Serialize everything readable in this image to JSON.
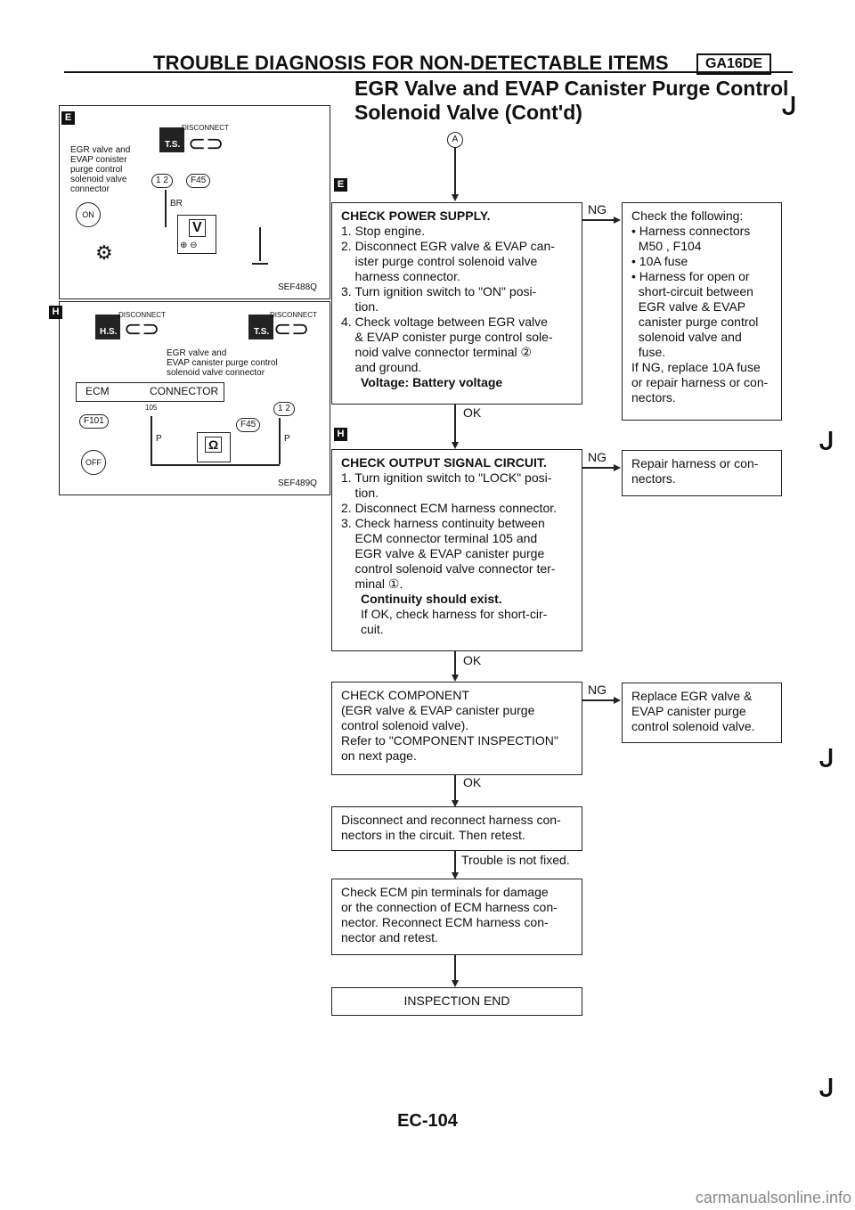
{
  "header": {
    "title": "TROUBLE DIAGNOSIS FOR NON-DETECTABLE ITEMS",
    "badge": "GA16DE"
  },
  "section": {
    "title_line1": "EGR Valve and EVAP Canister Purge Control",
    "title_line2": "Solenoid Valve (Cont'd)"
  },
  "figure1": {
    "component_label": [
      "EGR valve and",
      "EVAP conister",
      "purge control",
      "solenoid valve",
      "connector"
    ],
    "disconnect": "DISCONNECT",
    "ts": "T.S.",
    "connector_pins": "1 2",
    "connector_id": "F45",
    "wire_color": "BR",
    "meter": "V",
    "ign_state": "ON",
    "fig_id": "SEF488Q"
  },
  "figure2": {
    "disconnect": "DISCONNECT",
    "hs": "H.S.",
    "ts": "T.S.",
    "component_label": [
      "EGR valve and",
      "EVAP canister purge control",
      "solenoid valve connector"
    ],
    "ecm": "ECM",
    "connector": "CONNECTOR",
    "terminal": "105",
    "left_connector": "F101",
    "right_connector": "F45",
    "pins": "1 2",
    "wire_left": "P",
    "wire_right": "P",
    "meter": "Ω",
    "ign_state": "OFF",
    "fig_id": "SEF489Q"
  },
  "flow": {
    "start_marker": "A",
    "step1": {
      "heading": "CHECK POWER SUPPLY.",
      "lines": [
        "1. Stop engine.",
        "2. Disconnect EGR valve & EVAP can-",
        "    ister purge control solenoid valve",
        "    harness connector.",
        "3. Turn ignition switch to \"ON\" posi-",
        "    tion.",
        "4. Check voltage between EGR valve",
        "    & EVAP conister purge control sole-",
        "    noid valve connector terminal ②",
        "    and ground."
      ],
      "result": "Voltage: Battery voltage",
      "ng": "NG",
      "ok": "OK",
      "ng_box": [
        "Check the following:",
        "• Harness connectors",
        "  M50 , F104",
        "• 10A fuse",
        "• Harness for open or",
        "  short-circuit between",
        "  EGR valve & EVAP",
        "  canister purge control",
        "  solenoid valve and",
        "  fuse.",
        "If NG, replace 10A fuse",
        "or repair harness or con-",
        "nectors."
      ]
    },
    "step2": {
      "heading": "CHECK OUTPUT SIGNAL CIRCUIT.",
      "lines": [
        "1. Turn ignition switch to \"LOCK\" posi-",
        "    tion.",
        "2. Disconnect ECM harness connector.",
        "3. Check harness continuity between",
        "    ECM connector terminal 105 and",
        "    EGR valve & EVAP canister purge",
        "    control solenoid valve connector ter-",
        "    minal ①."
      ],
      "result": "Continuity should exist.",
      "after": [
        "If OK, check harness for short-cir-",
        "cuit."
      ],
      "ng": "NG",
      "ok": "OK",
      "ng_box": [
        "Repair harness or con-",
        "nectors."
      ]
    },
    "step3": {
      "lines": [
        "CHECK COMPONENT",
        "(EGR valve & EVAP canister purge",
        "control solenoid valve).",
        "Refer to \"COMPONENT INSPECTION\"",
        "on next page."
      ],
      "ng": "NG",
      "ok": "OK",
      "ng_box": [
        "Replace EGR valve &",
        "EVAP canister purge",
        "control solenoid valve."
      ]
    },
    "step4": {
      "lines": [
        "Disconnect and reconnect harness con-",
        "nectors in the circuit. Then retest."
      ],
      "next": "Trouble is not fixed."
    },
    "step5": {
      "lines": [
        "Check ECM pin terminals for damage",
        "or the connection of ECM harness con-",
        "nector. Reconnect ECM harness con-",
        "nector and retest."
      ]
    },
    "end": "INSPECTION END"
  },
  "page_number": "EC-104",
  "watermark": "carmanualsonline.info"
}
